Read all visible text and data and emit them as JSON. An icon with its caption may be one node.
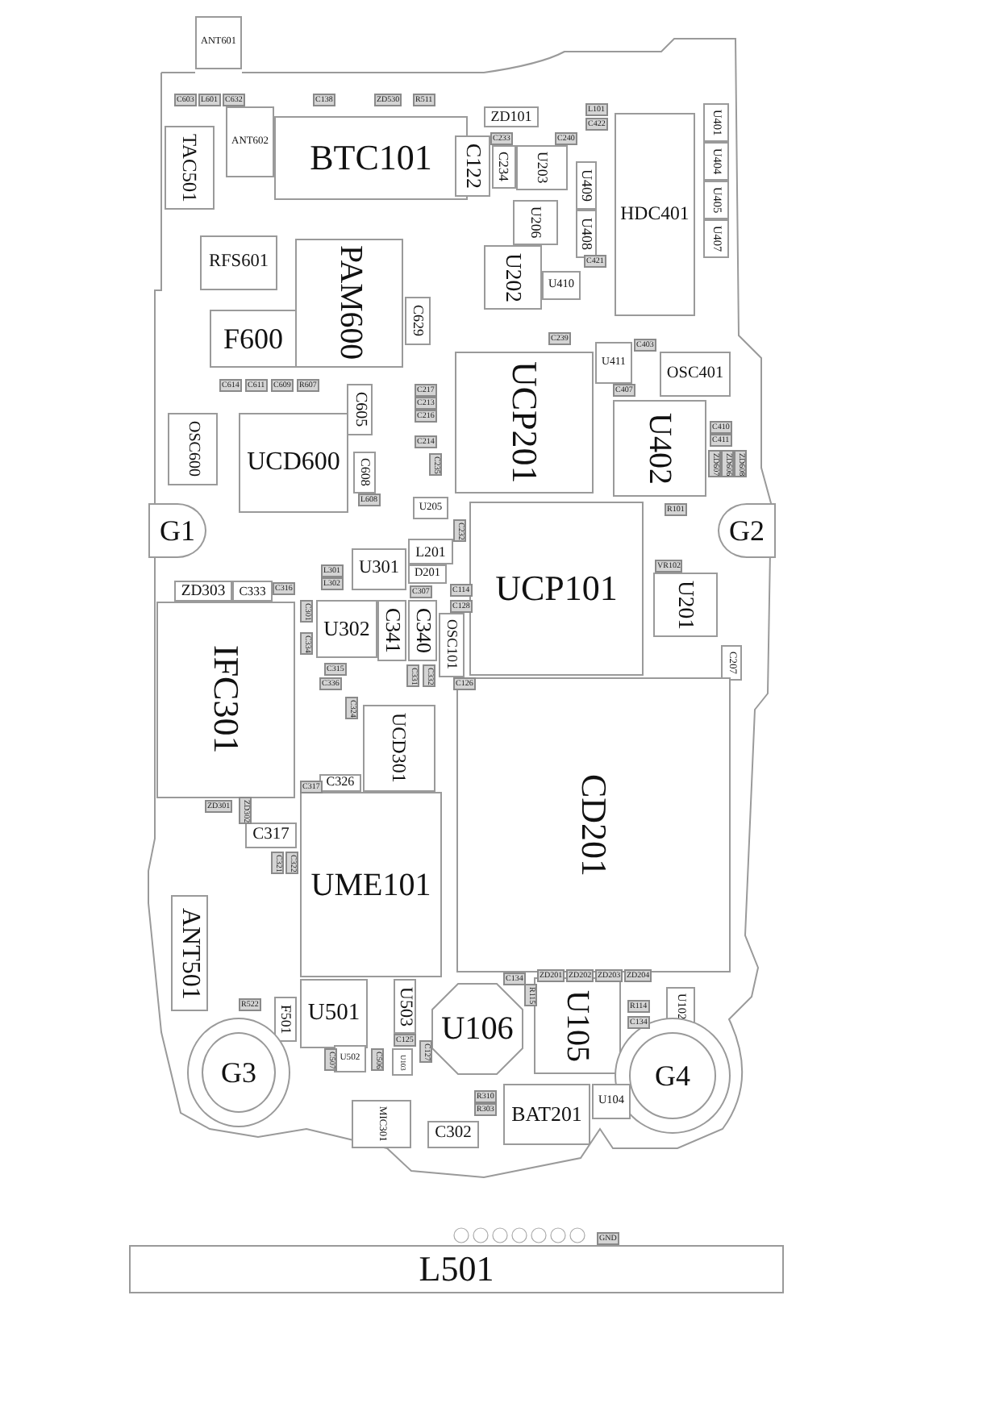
{
  "diagram": {
    "nodes": [
      {
        "text": [
          "ANT601"
        ]
      },
      {
        "text": [
          "TAC501"
        ]
      },
      {
        "text": [
          "ANT602"
        ]
      },
      {
        "text": [
          "BTC101"
        ]
      },
      {
        "text": [
          "RFS601"
        ]
      },
      {
        "text": [
          "F600"
        ]
      },
      {
        "text": [
          "PAM600"
        ]
      },
      {
        "text": [
          "C629"
        ]
      },
      {
        "text": [
          "C605"
        ]
      },
      {
        "text": [
          "OSC600"
        ]
      },
      {
        "text": [
          "UCD600"
        ]
      },
      {
        "text": [
          "C608"
        ]
      },
      {
        "text": [
          "G1"
        ]
      },
      {
        "text": [
          "C122"
        ]
      },
      {
        "text": [
          "ZD101"
        ]
      },
      {
        "text": [
          "C234"
        ]
      },
      {
        "text": [
          "U203"
        ]
      },
      {
        "text": [
          "U206"
        ]
      },
      {
        "text": [
          "U202"
        ]
      },
      {
        "text": [
          "U410"
        ]
      },
      {
        "text": [
          "U409"
        ]
      },
      {
        "text": [
          "U408"
        ]
      },
      {
        "text": [
          "HDC401"
        ]
      },
      {
        "text": [
          "U401"
        ]
      },
      {
        "text": [
          "U404"
        ]
      },
      {
        "text": [
          "U405"
        ]
      },
      {
        "text": [
          "U407"
        ]
      },
      {
        "text": [
          "UCP201"
        ]
      },
      {
        "text": [
          "U411"
        ]
      },
      {
        "text": [
          "OSC401"
        ]
      },
      {
        "text": [
          "U402"
        ]
      },
      {
        "text": [
          "G2"
        ]
      },
      {
        "text": [
          "UCP101"
        ]
      },
      {
        "text": [
          "U201"
        ]
      },
      {
        "text": [
          "C207"
        ]
      },
      {
        "text": [
          "U205"
        ]
      },
      {
        "text": [
          "L201"
        ]
      },
      {
        "text": [
          "U301"
        ]
      },
      {
        "text": [
          "D201"
        ]
      },
      {
        "text": [
          "ZD303"
        ]
      },
      {
        "text": [
          "C333"
        ]
      },
      {
        "text": [
          "IFC301"
        ]
      },
      {
        "text": [
          "U302"
        ]
      },
      {
        "text": [
          "C341"
        ]
      },
      {
        "text": [
          "C340"
        ]
      },
      {
        "text": [
          "OSC101"
        ]
      },
      {
        "text": [
          "UCD301"
        ]
      },
      {
        "text": [
          "C326"
        ]
      },
      {
        "text": [
          "C317"
        ]
      },
      {
        "text": [
          "UME101"
        ]
      },
      {
        "text": [
          "CD201"
        ]
      },
      {
        "text": [
          "ANT501"
        ]
      },
      {
        "text": [
          "U501"
        ]
      },
      {
        "text": [
          "U503"
        ]
      },
      {
        "text": [
          "F501"
        ]
      },
      {
        "text": [
          "U106"
        ]
      },
      {
        "text": [
          "U105"
        ]
      },
      {
        "text": [
          "U102"
        ]
      },
      {
        "text": [
          "G3"
        ]
      },
      {
        "text": [
          "G4"
        ]
      },
      {
        "text": [
          "U502"
        ]
      },
      {
        "text": [
          "U103"
        ]
      },
      {
        "text": [
          "BAT201"
        ]
      },
      {
        "text": [
          "U104"
        ]
      },
      {
        "text": [
          "MIC301"
        ]
      },
      {
        "text": [
          "C302"
        ]
      },
      {
        "text": [
          "L501"
        ]
      }
    ],
    "labels": [
      "C603",
      "L601",
      "C632",
      "C138",
      "ZD530",
      "R511",
      "L101",
      "C422",
      "C233",
      "C240",
      "C421",
      "C239",
      "C403",
      "C407",
      "C410",
      "C411",
      "ZD607",
      "ZD606",
      "ZD608",
      "R101",
      "VR102",
      "C614",
      "C611",
      "C609",
      "R607",
      "L608",
      "C217",
      "C213",
      "C216",
      "C214",
      "C235",
      "C232",
      "C114",
      "C128",
      "C126",
      "L301",
      "L302",
      "C307",
      "C316",
      "C301",
      "C334",
      "C315",
      "C336",
      "C324",
      "C331",
      "C332",
      "C317",
      "ZD301",
      "ZD302",
      "C321",
      "C322",
      "R522",
      "C125",
      "C127",
      "C507",
      "C506",
      "C134",
      "ZD201",
      "ZD202",
      "ZD203",
      "ZD204",
      "R115",
      "R114",
      "C134",
      "R310",
      "R303",
      "GND"
    ]
  }
}
